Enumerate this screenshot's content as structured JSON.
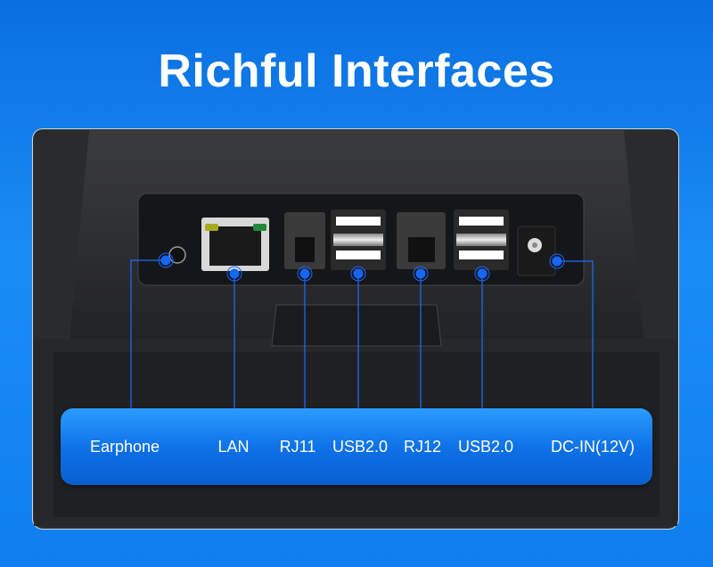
{
  "title": "Richful Interfaces",
  "ports": [
    {
      "label": "Earphone"
    },
    {
      "label": "LAN"
    },
    {
      "label": "RJ11"
    },
    {
      "label": "USB2.0"
    },
    {
      "label": "RJ12"
    },
    {
      "label": "USB2.0"
    },
    {
      "label": "DC-IN(12V)"
    }
  ],
  "colors": {
    "accent": "#0d6fe6",
    "marker": "#1565ff"
  }
}
